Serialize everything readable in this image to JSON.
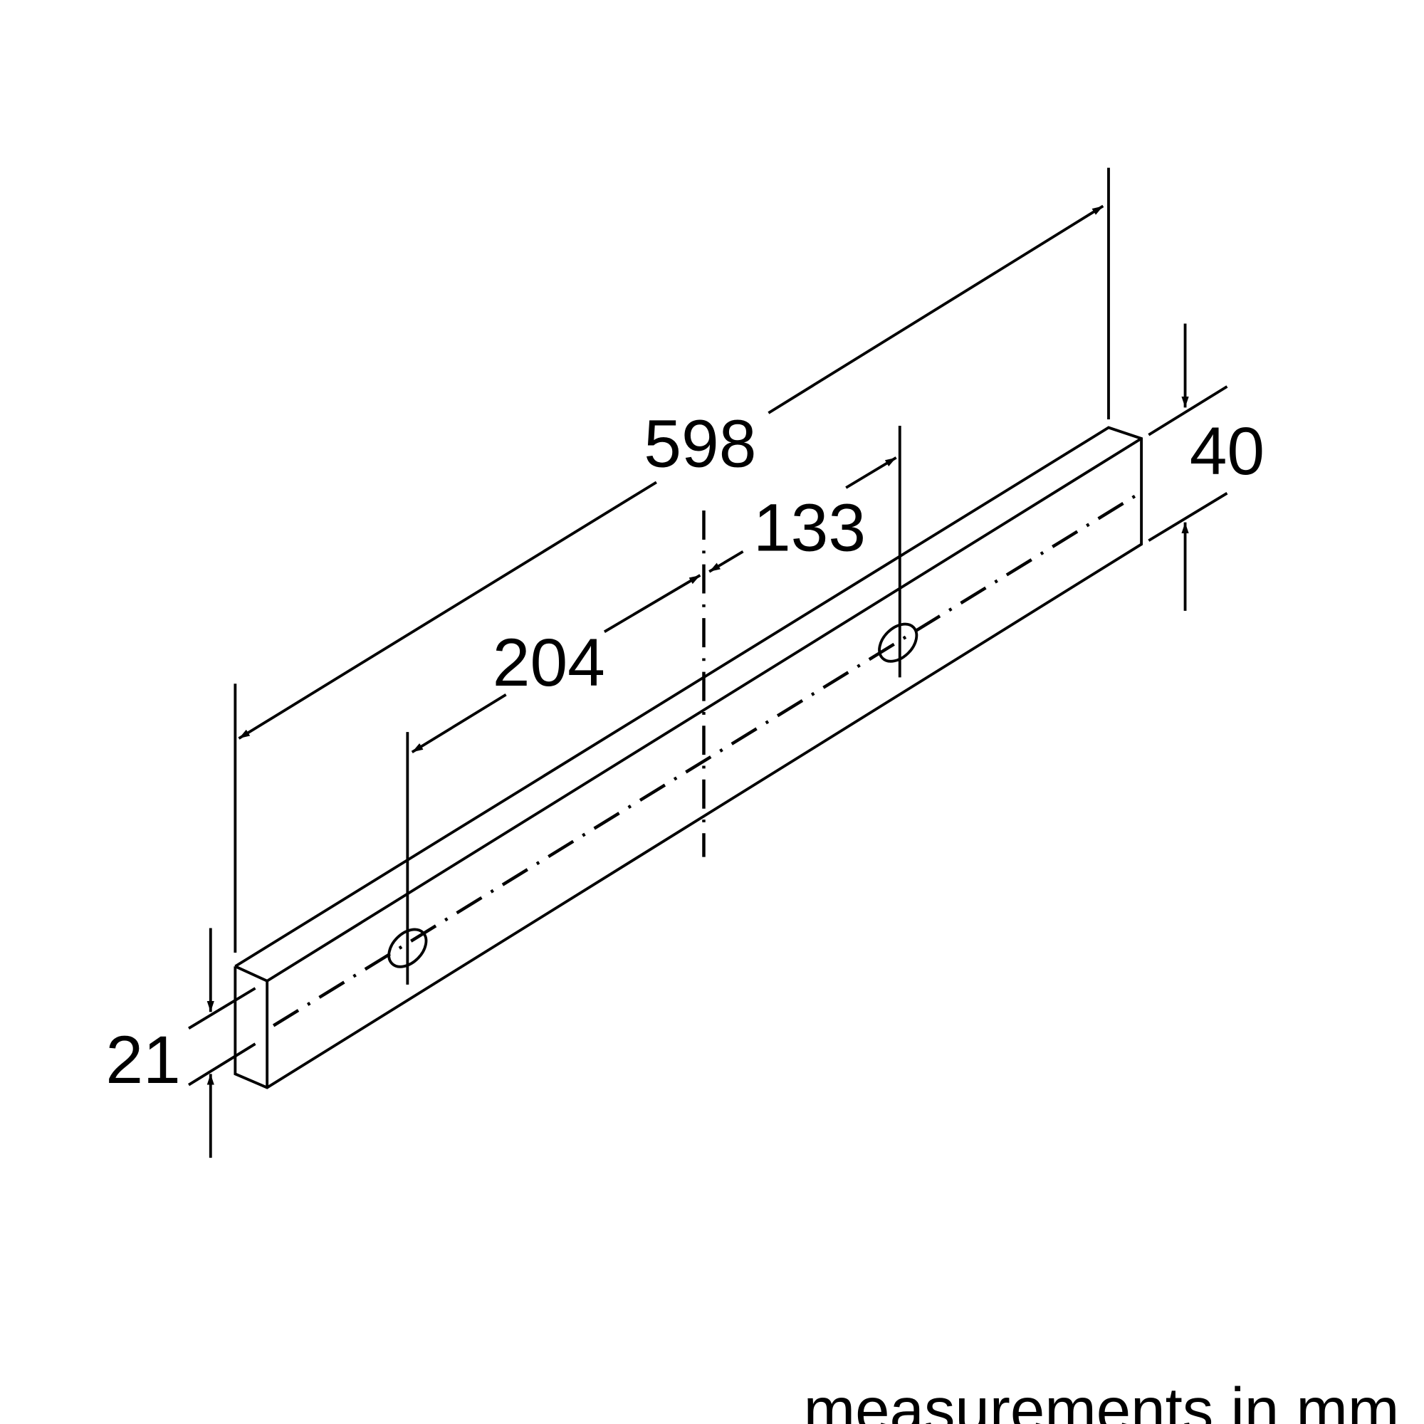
{
  "dimensions": {
    "length": "598",
    "hole_offset": "204",
    "hole_spacing_half": "133",
    "height": "40",
    "end_height": "21"
  },
  "note": "measurements in mm",
  "colors": {
    "line": "#000000",
    "background": "#ffffff"
  }
}
